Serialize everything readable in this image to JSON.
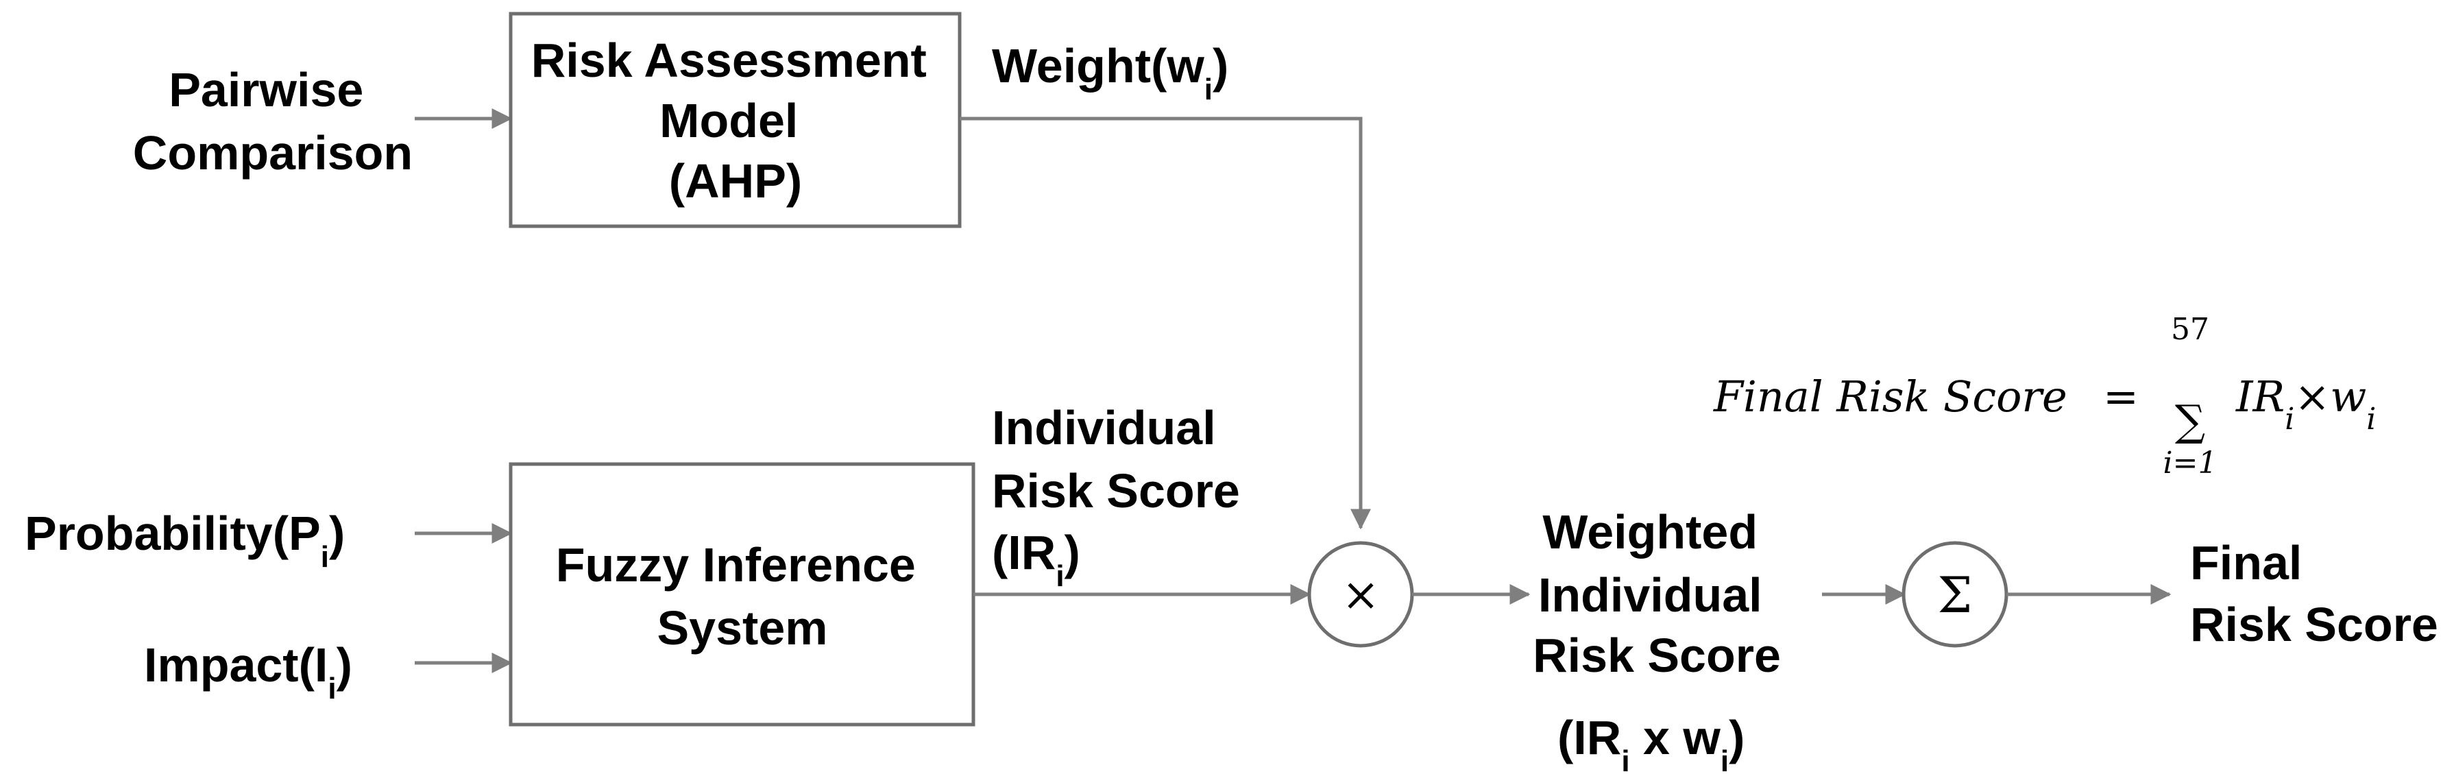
{
  "inputs": {
    "pairwise": [
      "Pairwise",
      "Comparison"
    ],
    "probability": {
      "base": "Probability(P",
      "sub": "i",
      "close": ")"
    },
    "impact": {
      "base": "Impact(I",
      "sub": "i",
      "close": ")"
    }
  },
  "boxes": {
    "ahp": [
      "Risk Assessment",
      "Model",
      "(AHP)"
    ],
    "fis": [
      "Fuzzy Inference",
      "System"
    ]
  },
  "signals": {
    "weight": {
      "base": "Weight(w",
      "sub": "i",
      "close": ")"
    },
    "individual": {
      "line1": "Individual",
      "line2": "Risk Score",
      "base": "(IR",
      "sub": "i",
      "close": ")"
    },
    "weighted": {
      "lines": [
        "Weighted",
        "Individual",
        "Risk Score"
      ],
      "a": "(IR",
      "asub": "i",
      "mid": " x w",
      "bsub": "i",
      "close": ")"
    },
    "final": [
      "Final",
      "Risk Score"
    ]
  },
  "operators": {
    "multiply": "×",
    "sum": "Σ"
  },
  "formula": {
    "lhs": "Final Risk Score",
    "eq": "=",
    "sigma": "∑",
    "upper": "57",
    "lower": "i=1",
    "term_a": "IR",
    "term_a_sub": "i",
    "times": "×",
    "term_b": "w",
    "term_b_sub": "i"
  }
}
